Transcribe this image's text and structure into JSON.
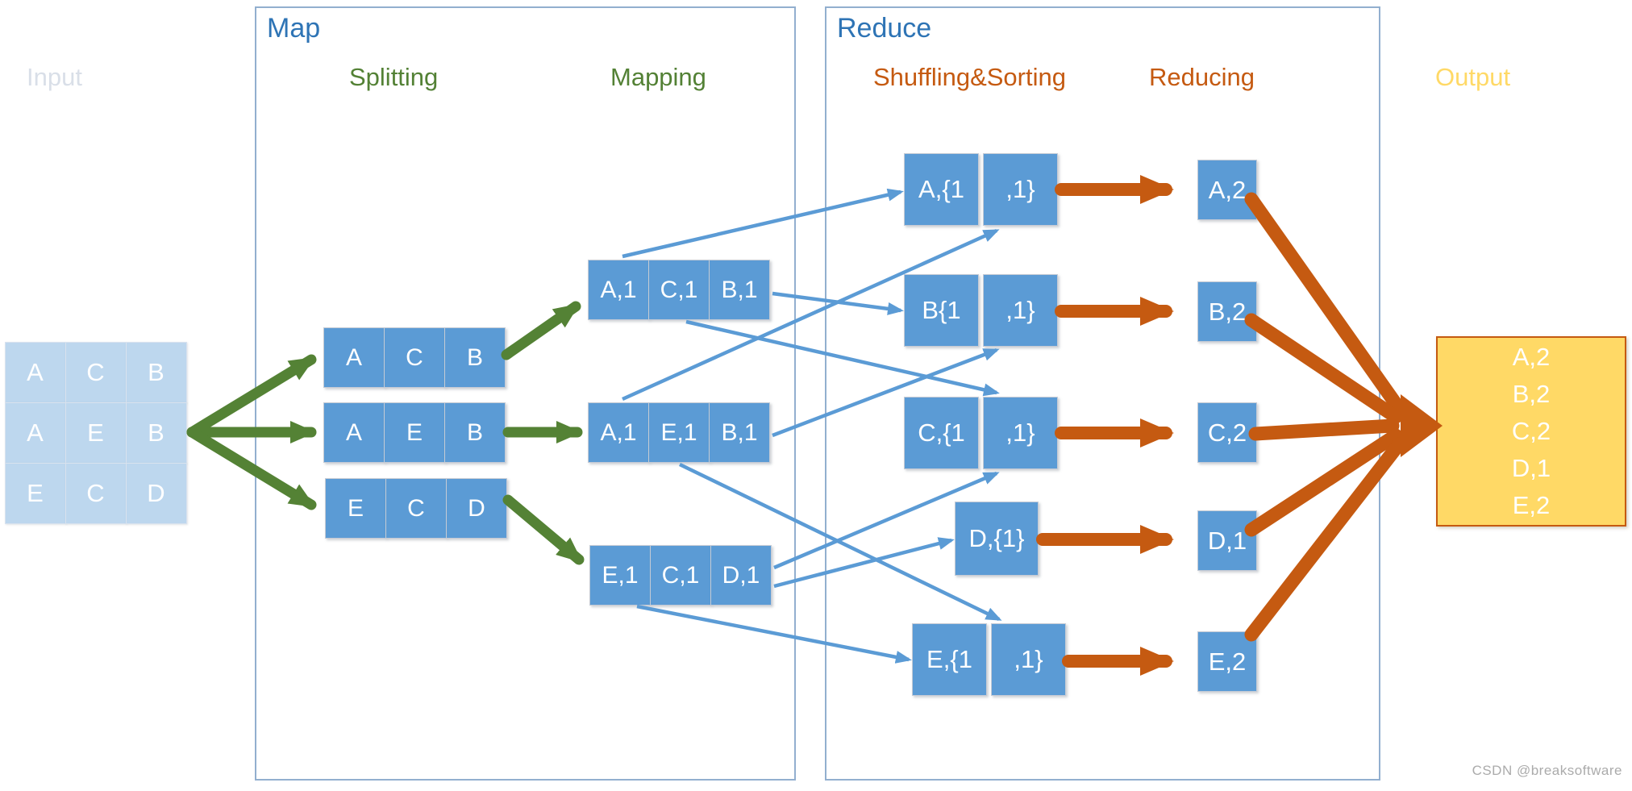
{
  "titles": {
    "map": "Map",
    "reduce": "Reduce"
  },
  "stage_labels": {
    "input": "Input",
    "splitting": "Splitting",
    "mapping": "Mapping",
    "shuffling": "Shuffling&Sorting",
    "reducing": "Reducing",
    "output": "Output"
  },
  "input_grid": [
    [
      "A",
      "C",
      "B"
    ],
    [
      "A",
      "E",
      "B"
    ],
    [
      "E",
      "C",
      "D"
    ]
  ],
  "split_rows": [
    [
      "A",
      "C",
      "B"
    ],
    [
      "A",
      "E",
      "B"
    ],
    [
      "E",
      "C",
      "D"
    ]
  ],
  "map_rows": [
    [
      "A,1",
      "C,1",
      "B,1"
    ],
    [
      "A,1",
      "E,1",
      "B,1"
    ],
    [
      "E,1",
      "C,1",
      "D,1"
    ]
  ],
  "shuffle_groups": [
    [
      "A,{1",
      ",1}"
    ],
    [
      "B{1",
      ",1}"
    ],
    [
      "C,{1",
      ",1}"
    ],
    [
      "D,{1}"
    ],
    [
      "E,{1",
      ",1}"
    ]
  ],
  "reduce_cells": [
    "A,2",
    "B,2",
    "C,2",
    "D,1",
    "E,2"
  ],
  "output_lines": [
    "A,2",
    "B,2",
    "C,2",
    "D,1",
    "E,2"
  ],
  "watermark": "CSDN @breaksoftware",
  "colors": {
    "box_blue": "#5B9BD5",
    "input_blue": "#BDD7EE",
    "arrow_green": "#548235",
    "arrow_orange": "#C55A11",
    "title_blue": "#2E74B5",
    "label_green": "#538135",
    "label_orange": "#C55A11",
    "output_yellow": "#FFD966",
    "panel_border": "#92AFCF"
  }
}
